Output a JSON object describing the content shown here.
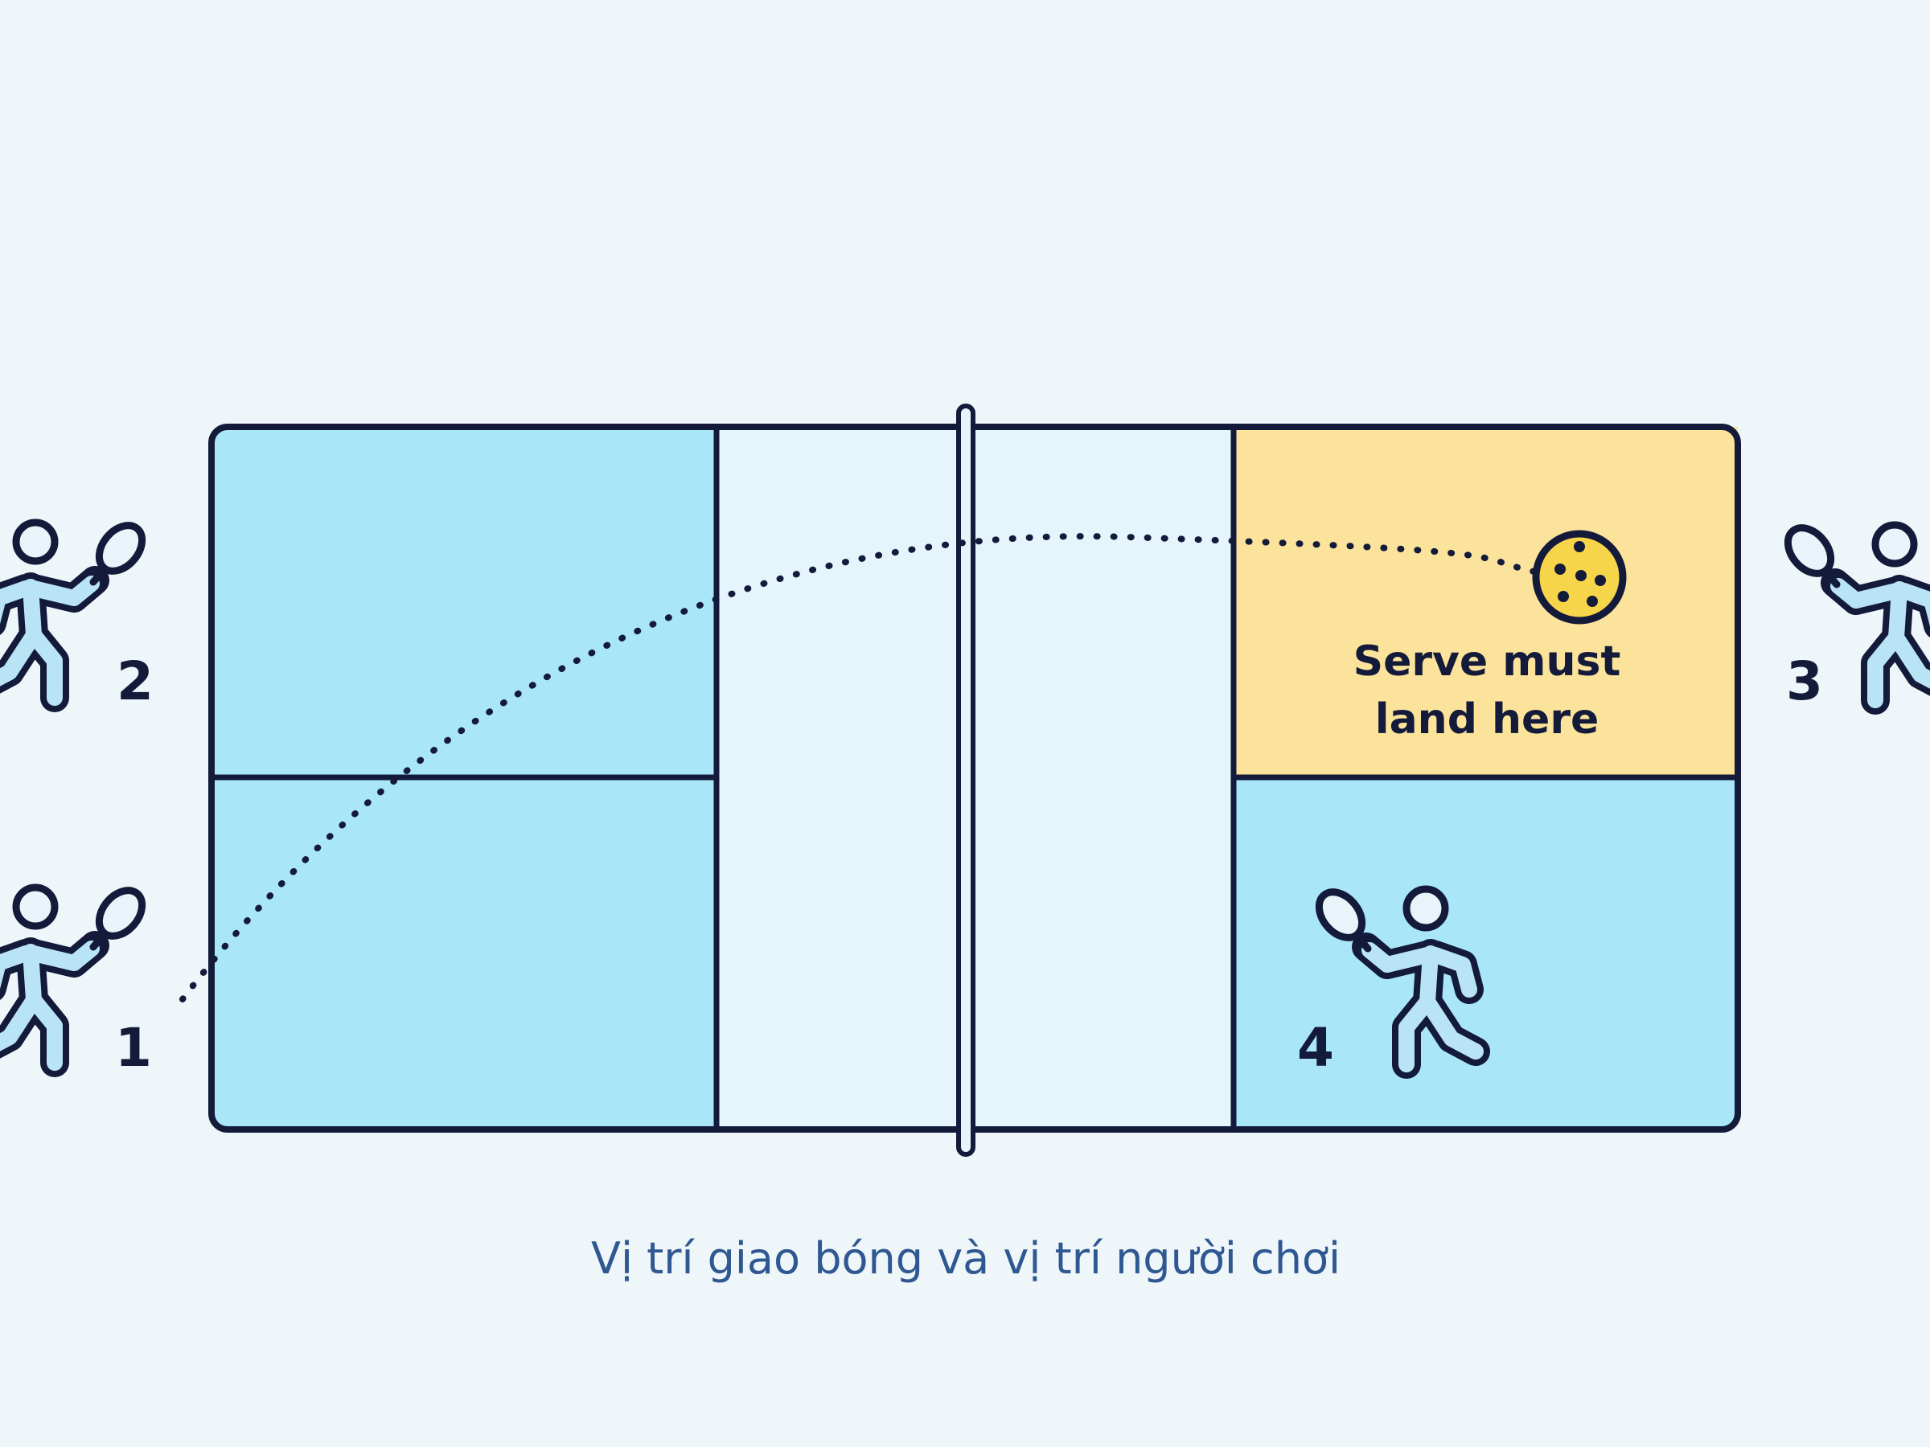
{
  "court": {
    "target_label_line1": "Serve must",
    "target_label_line2": "land here"
  },
  "players": [
    {
      "number": "1"
    },
    {
      "number": "2"
    },
    {
      "number": "3"
    },
    {
      "number": "4"
    }
  ],
  "caption": "Vị trí giao bóng và vị trí người chơi",
  "colors": {
    "background": "#eef6f9",
    "court_blue": "#a8e6f8",
    "kitchen": "#e4f6fc",
    "target_zone": "#fbe39b",
    "line": "#141a3a",
    "caption": "#2f5791"
  }
}
